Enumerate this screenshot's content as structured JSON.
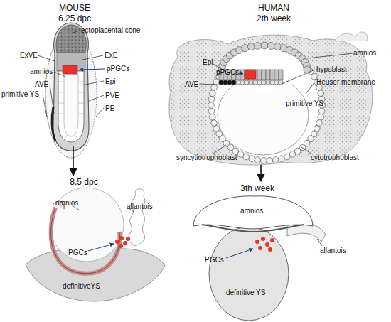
{
  "diagram": {
    "labels": [
      "MOUSE",
      "6.25 dpc",
      "HUMAN",
      "2th week",
      "ectoplacental cone",
      "ExVE",
      "ExE",
      "amnios",
      "pPGCs",
      "Epi",
      "AVE",
      "PVE",
      "primitive YS",
      "PE",
      "amnios",
      "Epi",
      "pPGCs",
      "hypoblast",
      "AVE",
      "Heuser membrane",
      "primitive YS",
      "syncytiotrophoblast",
      "cytotrophoblast",
      "8.5 dpc",
      "amnios",
      "allantois",
      "PGCs",
      "definitiveYS",
      "3th week",
      "amnios",
      "PGCs",
      "allantois",
      "definitive YS"
    ]
  }
}
